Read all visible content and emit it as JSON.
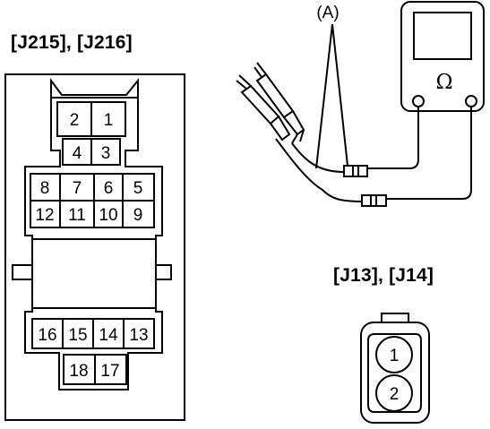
{
  "connector_large": {
    "label": "[J215], [J216]",
    "pins": [
      "1",
      "2",
      "3",
      "4",
      "5",
      "6",
      "7",
      "8",
      "9",
      "10",
      "11",
      "12",
      "13",
      "14",
      "15",
      "16",
      "17",
      "18"
    ]
  },
  "connector_small": {
    "label": "[J13], [J14]",
    "pins": [
      "1",
      "2"
    ]
  },
  "meter": {
    "callout": "(A)",
    "symbol": "Ω"
  }
}
